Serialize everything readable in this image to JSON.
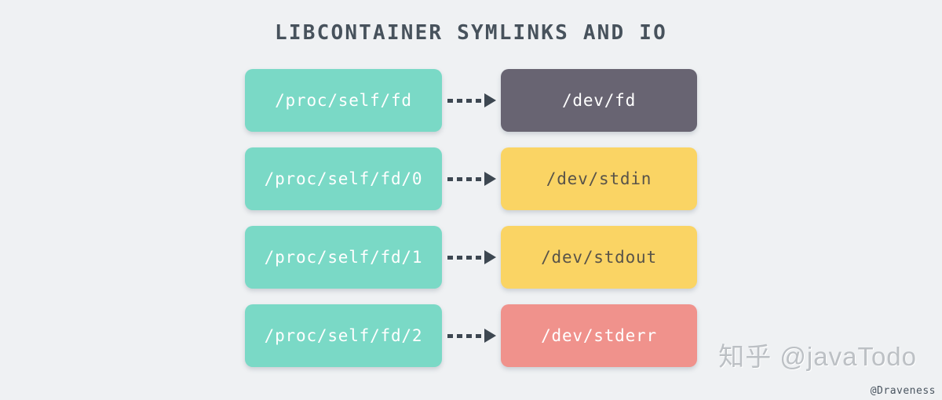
{
  "page": {
    "title": "LIBCONTAINER SYMLINKS AND IO",
    "background": "#eff1f3",
    "title_color": "#47525c"
  },
  "diagram": {
    "arrow_color": "#3d4751",
    "rows": [
      {
        "source": {
          "label": "/proc/self/fd",
          "bg": "#7ad9c6",
          "text_color": "#ffffff"
        },
        "target": {
          "label": "/dev/fd",
          "bg": "#686472",
          "text_color": "#ffffff"
        }
      },
      {
        "source": {
          "label": "/proc/self/fd/0",
          "bg": "#7ad9c6",
          "text_color": "#ffffff"
        },
        "target": {
          "label": "/dev/stdin",
          "bg": "#fad464",
          "text_color": "#585349"
        }
      },
      {
        "source": {
          "label": "/proc/self/fd/1",
          "bg": "#7ad9c6",
          "text_color": "#ffffff"
        },
        "target": {
          "label": "/dev/stdout",
          "bg": "#fad464",
          "text_color": "#585349"
        }
      },
      {
        "source": {
          "label": "/proc/self/fd/2",
          "bg": "#7ad9c6",
          "text_color": "#ffffff"
        },
        "target": {
          "label": "/dev/stderr",
          "bg": "#f0928c",
          "text_color": "#ffffff"
        }
      }
    ]
  },
  "watermarks": {
    "zhihu": "知乎 @javaTodo",
    "author": "@Draveness"
  }
}
